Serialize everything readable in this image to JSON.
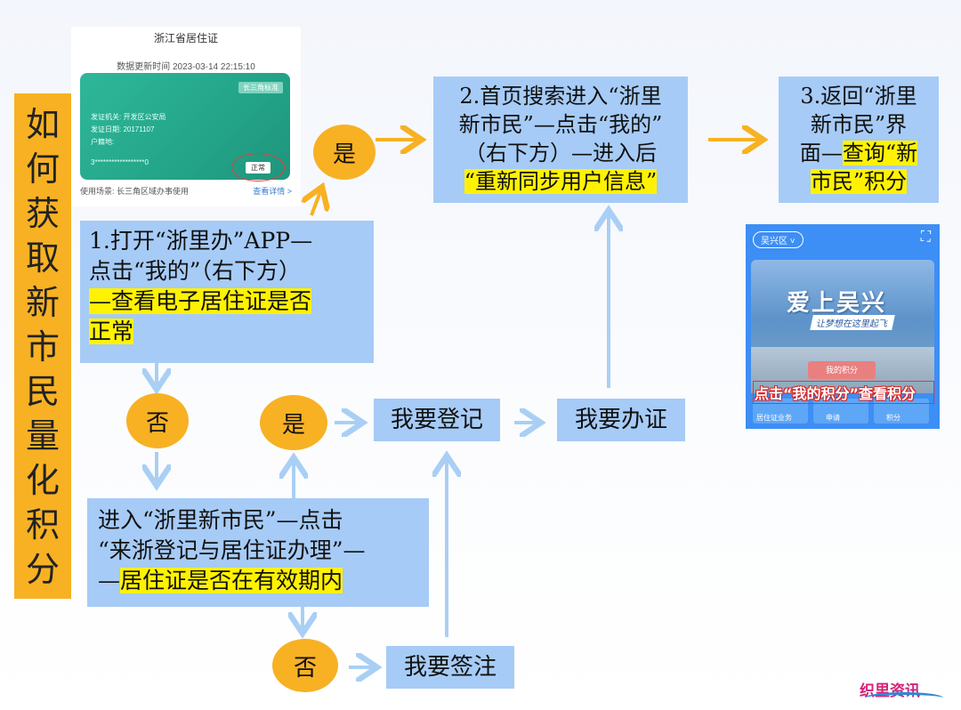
{
  "title_chars": [
    "如",
    "何",
    "获",
    "取",
    "新",
    "市",
    "民",
    "量",
    "化",
    "积",
    "分"
  ],
  "step1": {
    "l1": "1.打开“浙里办”APP—",
    "l2": "点击“我的”（右下方）",
    "l3": "—查看电子居住证是否",
    "l4": "正常"
  },
  "step2": {
    "l1": "2.首页搜索进入“浙里",
    "l2": "新市民”—点击“我的”",
    "l3": "（右下方）—进入后",
    "l4": "“重新同步用户信息”"
  },
  "step3": {
    "l1": "3.返回“浙里",
    "l2": "新市民”界",
    "l3a": "面—",
    "l3b": "查询“新",
    "l4": "市民”积分"
  },
  "step4": {
    "l1": "进入“浙里新市民”—点击",
    "l2": "“来浙登记与居住证办理”—",
    "l3a": "—",
    "l3b": "居住证是否在有效期内"
  },
  "decisions": {
    "yes1": "是",
    "no1": "否",
    "yes2": "是",
    "no2": "否"
  },
  "actions": {
    "register": "我要登记",
    "apply": "我要办证",
    "endorse": "我要签注"
  },
  "screenshot1": {
    "title": "浙江省居住证",
    "update_time": "数据更新时间  2023-03-14 22:15:10",
    "tag": "长三角标准",
    "issuer": "发证机关:  开发区公安局",
    "issue_date": "发证日期:  20171107",
    "household": "户籍地:",
    "id_number": "3******************0",
    "status": "正常",
    "usage": "使用场景:  长三角区域办事使用",
    "detail_link": "查看详情 >"
  },
  "screenshot2": {
    "location": "吴兴区 ˅",
    "banner_title": "爱上吴兴",
    "banner_sub": "让梦想在这里起飞",
    "my_points": "我的积分",
    "overlay_text": "点击“我的积分”查看积分",
    "menu1": "居住证业务",
    "menu2": "申请",
    "menu3": "积分"
  },
  "logo_text": "织里资讯",
  "colors": {
    "box_blue": "#a6cbf6",
    "orange": "#f7b123",
    "highlight": "#fff200",
    "arrow_orange": "#f7b123",
    "arrow_blue": "#a9cff5"
  }
}
